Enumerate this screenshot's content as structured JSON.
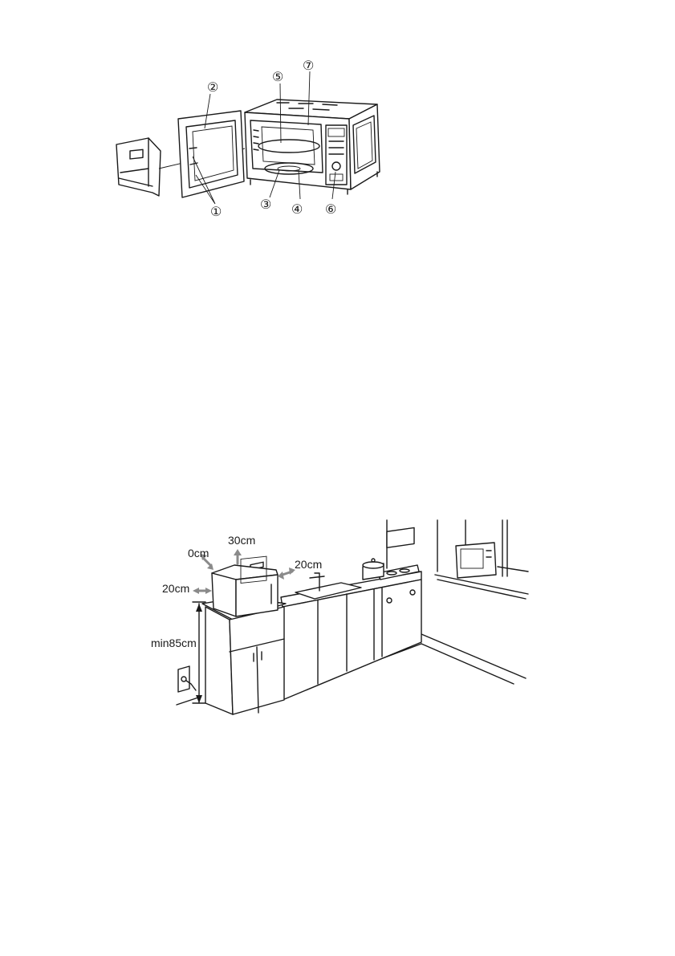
{
  "parts_diagram": {
    "callouts": [
      "①",
      "②",
      "③",
      "④",
      "⑤",
      "⑥",
      "⑦"
    ]
  },
  "installation_diagram": {
    "clearance_top": "30cm",
    "clearance_back": "0cm",
    "clearance_right": "20cm",
    "clearance_left": "20cm",
    "min_height": "min85cm"
  }
}
